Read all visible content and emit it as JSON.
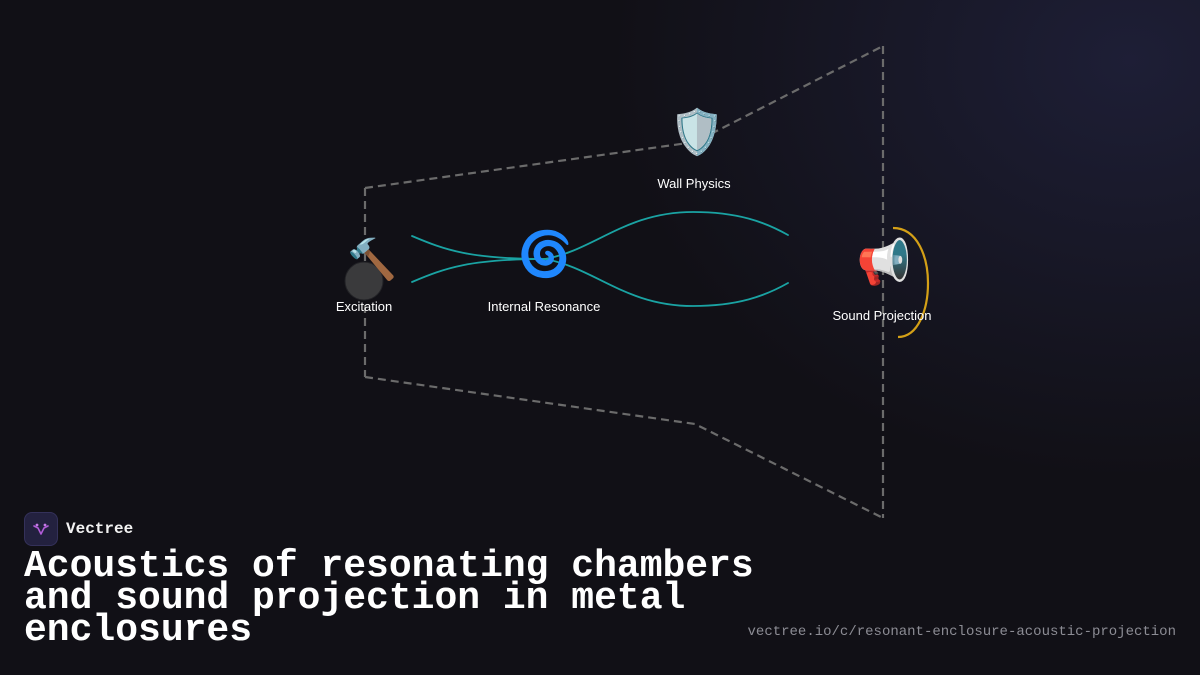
{
  "diagram": {
    "nodes": {
      "excitation": {
        "label": "Excitation",
        "icon": "hammer-icon",
        "glyph": "🔨"
      },
      "resonance": {
        "label": "Internal Resonance",
        "icon": "cyclone-icon",
        "glyph": "🌀"
      },
      "wall": {
        "label": "Wall Physics",
        "icon": "shield-icon",
        "glyph": "🛡️"
      },
      "projection": {
        "label": "Sound Projection",
        "icon": "loudspeaker-icon",
        "glyph": "📢"
      }
    },
    "colors": {
      "enclosure_outline": "#6b6b6b",
      "wave": "#1aa3a3",
      "projection_ring": "#d4a017",
      "background": "#111016"
    }
  },
  "brand": {
    "name": "Vectree",
    "logo_icon": "vectree-logo-icon"
  },
  "title": "Acoustics of resonating chambers and sound projection in metal enclosures",
  "url": "vectree.io/c/resonant-enclosure-acoustic-projection"
}
